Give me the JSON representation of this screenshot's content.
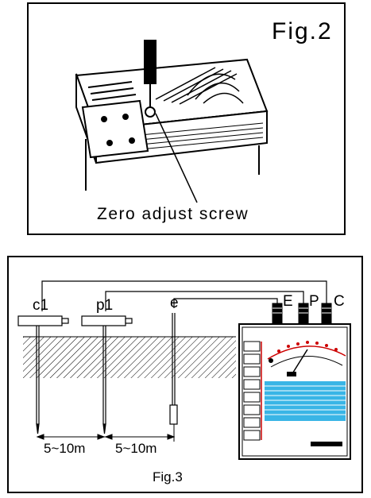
{
  "fig2": {
    "title": "Fig.2",
    "callout": "Zero adjust screw"
  },
  "fig3": {
    "title": "Fig.3",
    "probes": [
      {
        "id": "c1",
        "label": "c1"
      },
      {
        "id": "p1",
        "label": "p1"
      },
      {
        "id": "e",
        "label": "e"
      }
    ],
    "terminals": [
      {
        "id": "E",
        "label": "E"
      },
      {
        "id": "P",
        "label": "P"
      },
      {
        "id": "C",
        "label": "C"
      }
    ],
    "distances": [
      "5~10m",
      "5~10m"
    ]
  }
}
